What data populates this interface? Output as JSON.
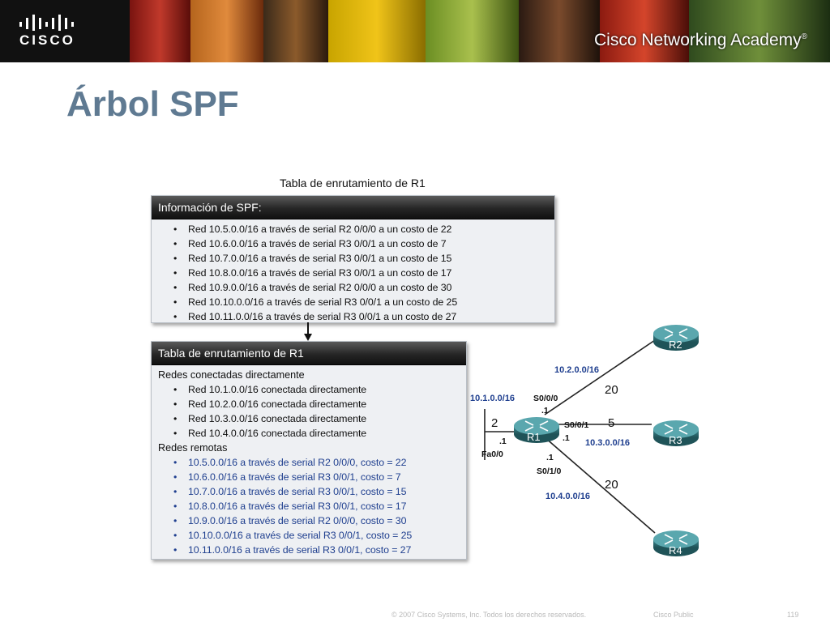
{
  "header": {
    "brand": "CISCO",
    "academy": "Cisco Networking Academy",
    "academy_mark": "®"
  },
  "slide": {
    "title": "Árbol SPF",
    "caption": "Tabla de enrutamiento de R1"
  },
  "spf_panel": {
    "title": "Información de SPF:",
    "items": [
      "Red 10.5.0.0/16 a través de serial R2 0/0/0 a un costo de 22",
      "Red 10.6.0.0/16 a través de serial R3 0/0/1 a un costo de 7",
      "Red 10.7.0.0/16 a través de serial R3 0/0/1 a un costo de 15",
      "Red 10.8.0.0/16 a través de serial R3 0/0/1 a un costo de 17",
      "Red 10.9.0.0/16 a través de serial R2 0/0/0 a un costo de 30",
      "Red 10.10.0.0/16 a través de serial R3 0/0/1 a un costo de 25",
      "Red 10.11.0.0/16 a través de serial R3 0/0/1 a un costo de 27"
    ]
  },
  "routing_panel": {
    "title": "Tabla de enrutamiento de R1",
    "connected_heading": "Redes conectadas directamente",
    "connected": [
      "Red 10.1.0.0/16 conectada directamente",
      "Red 10.2.0.0/16 conectada directamente",
      "Red 10.3.0.0/16 conectada directamente",
      "Red 10.4.0.0/16 conectada directamente"
    ],
    "remote_heading": "Redes remotas",
    "remote": [
      "10.5.0.0/16 a través de serial R2 0/0/0, costo = 22",
      "10.6.0.0/16 a través de serial R3 0/0/1, costo = 7",
      "10.7.0.0/16 a través de serial R3 0/0/1, costo = 15",
      "10.8.0.0/16 a través de serial R3 0/0/1, costo = 17",
      "10.9.0.0/16 a través de serial R2 0/0/0, costo = 30",
      "10.10.0.0/16 a través de serial R3 0/0/1, costo = 25",
      "10.11.0.0/16 a través de serial R3 0/0/1, costo = 27"
    ]
  },
  "topology": {
    "routers": {
      "r1": "R1",
      "r2": "R2",
      "r3": "R3",
      "r4": "R4"
    },
    "networks": {
      "lan": "10.1.0.0/16",
      "r1_r2": "10.2.0.0/16",
      "r1_r3": "10.3.0.0/16",
      "r1_r4": "10.4.0.0/16"
    },
    "costs": {
      "lan": "2",
      "r1_r2": "20",
      "r1_r3": "5",
      "r1_r4": "20"
    },
    "interfaces": {
      "s000": "S0/0/0",
      "s001": "S0/0/1",
      "s010": "S0/1/0",
      "fa00": "Fa0/0",
      "host": ".1"
    }
  },
  "footer": {
    "copyright": "© 2007 Cisco Systems, Inc. Todos los derechos reservados.",
    "classification": "Cisco Public",
    "page": "119"
  },
  "colors": {
    "title": "#5f7a92",
    "remote_route": "#1f3f8f",
    "router": "#3e7f86"
  }
}
